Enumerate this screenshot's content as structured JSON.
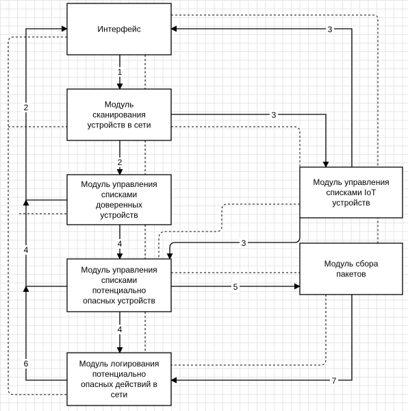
{
  "nodes": {
    "interface": {
      "lines": [
        "Интерфейс"
      ]
    },
    "scanner": {
      "lines": [
        "Модуль",
        "сканирования",
        "устройств в сети"
      ]
    },
    "trusted": {
      "lines": [
        "Модуль управления",
        "списками",
        "доверенных",
        "устройств"
      ]
    },
    "dangerous": {
      "lines": [
        "Модуль управления",
        "списками",
        "потенциально",
        "опасных устройств"
      ]
    },
    "logging": {
      "lines": [
        "Модуль логирования",
        "потенциально",
        "опасных действий в",
        "сети"
      ]
    },
    "iot": {
      "lines": [
        "Модуль управления",
        "списками IoT",
        "устройств"
      ]
    },
    "packets": {
      "lines": [
        "Модуль сбора",
        "пакетов"
      ]
    }
  },
  "edges": {
    "e1": "1",
    "e2a": "2",
    "e2b": "2",
    "e3a": "3",
    "e3b": "3",
    "e3c": "3",
    "e4a": "4",
    "e4b": "4",
    "e4c": "4",
    "e5": "5",
    "e6": "6",
    "e7": "7"
  },
  "colors": {
    "line": "#000000",
    "box_fill": "#ffffff",
    "grid": "#e6e6e6"
  }
}
